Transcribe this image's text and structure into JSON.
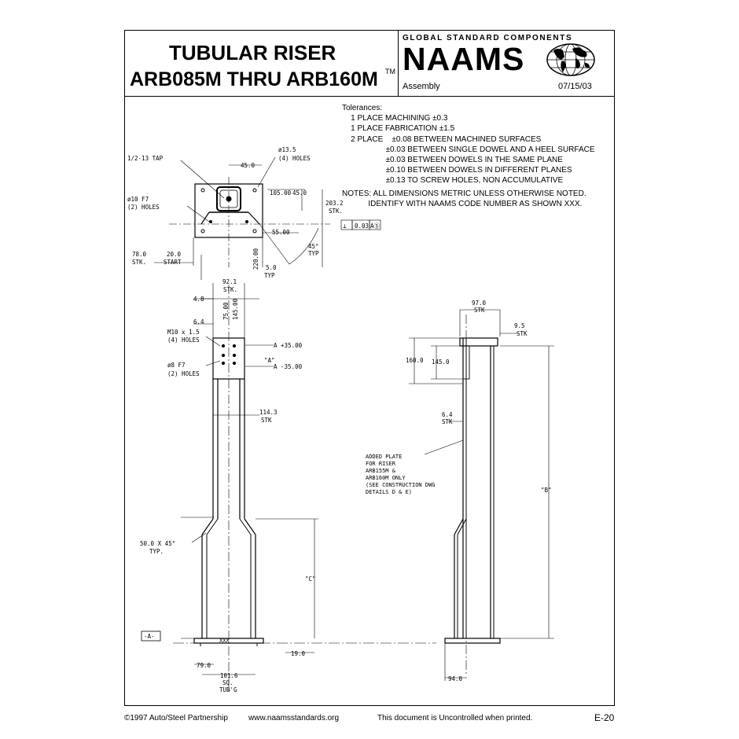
{
  "title": {
    "line1": "TUBULAR RISER",
    "line2": "ARB085M THRU ARB160M",
    "trademark": "TM"
  },
  "brand": {
    "tagline": "GLOBAL STANDARD COMPONENTS",
    "name": "NAAMS",
    "globe_icon": "globe-icon"
  },
  "meta": {
    "type": "Assembly",
    "date": "07/15/03"
  },
  "tolerances": [
    "Tolerances:",
    "    1 PLACE MACHINING ±0.3",
    "    1 PLACE FABRICATION ±1.5",
    "    2 PLACE    ±0.08 BETWEEN MACHINED SURFACES",
    "                    ±0.03 BETWEEN SINGLE DOWEL AND A HEEL SURFACE",
    "                    ±0.03 BETWEEN DOWELS IN THE SAME PLANE",
    "                    ±0.10 BETWEEN DOWELS IN DIFFERENT PLANES",
    "                    ±0.13 TO SCREW HOLES, NON ACCUMULATIVE"
  ],
  "notes": [
    "NOTES: ALL DIMENSIONS METRIC UNLESS OTHERWISE NOTED.",
    "            IDENTIFY WITH NAAMS CODE NUMBER AS SHOWN XXX."
  ],
  "drawing": {
    "top_view": {
      "tap": "1/2-13 TAP",
      "d45": "45.0",
      "holes135": "ø13.5",
      "holes4": "(4) HOLES",
      "d105": "105.00",
      "d45b": "45.0",
      "d2032": "203.2",
      "stk": "STK.",
      "dowel10": "ø10 F7",
      "holes2": "(2) HOLES",
      "d55": "55.00",
      "fcf_sym": "⊥",
      "fcf_val": "0.03",
      "fcf_ref": "AⓈ",
      "d45typ": "45°",
      "typ": "TYP",
      "d220": "220.00",
      "d5": "5.0",
      "typ2": "TYP",
      "d78": "78.0",
      "stk2": "STK.",
      "d20": "20.0",
      "start": "START"
    },
    "front_view": {
      "d921": "92.1",
      "stk": "STK.",
      "d48": "4.8",
      "d64": "6.4",
      "d75": "75.00",
      "d145": "145.00",
      "m10": "M10 x 1.5",
      "m10holes": "(4) HOLES",
      "a_plus": "A +35.00",
      "a_quote": "\"A\"",
      "a_minus": "A -35.00",
      "dowel8": "ø8 F7",
      "dowel8holes": "(2) HOLES",
      "d1143": "114.3",
      "stk2": "STK",
      "chamfer": "50.0 X 45°",
      "chamfer_typ": "TYP.",
      "c_dim": "\"C\"",
      "datum": "-A-",
      "xxx": "XXX",
      "d19": "19.0",
      "d79": "79.0",
      "d1016": "101.6",
      "sq": "SQ.",
      "tubg": "TUB'G"
    },
    "side_view": {
      "d97": "97.0",
      "stk": "STK",
      "d95": "9.5",
      "stk2": "STK",
      "d160": "160.0",
      "d145": "145.0",
      "d64": "6.4",
      "stk3": "STK",
      "added": [
        "ADDED PLATE",
        "FOR RISER",
        "ARB155M &",
        "ARB160M ONLY",
        "(SEE CONSTRUCTION DWG",
        "DETAILS D & E)"
      ],
      "b_dim": "\"B\"",
      "d94": "94.0"
    }
  },
  "footer": {
    "copyright": "©1997 Auto/Steel Partnership",
    "url": "www.naamsstandards.org",
    "uncontrolled": "This document is Uncontrolled when printed.",
    "page": "E-20"
  }
}
